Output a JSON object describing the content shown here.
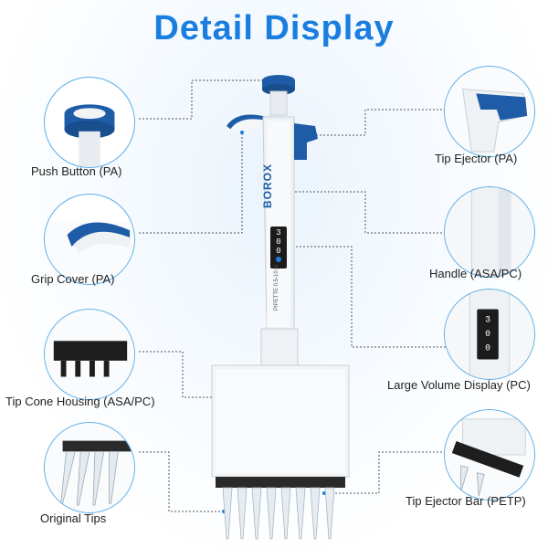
{
  "title": "Detail Display",
  "brand": "BOROX",
  "model_text": "PIPETTE 0.5-10 μl",
  "display_digits": [
    "3",
    "0",
    "0"
  ],
  "callouts": {
    "push_button": "Push Button (PA)",
    "grip_cover": "Grip Cover (PA)",
    "tip_cone_housing": "Tip Cone Housing (ASA/PC)",
    "original_tips": "Original Tips",
    "tip_ejector": "Tip Ejector (PA)",
    "handle": "Handle (ASA/PC)",
    "large_volume_display": "Large Volume Display (PC)",
    "tip_ejector_bar": "Tip Ejector Bar (PETP)"
  },
  "colors": {
    "accent": "#1a7de0",
    "blue_part": "#1f5ca8",
    "body": "#f1f4f7"
  }
}
